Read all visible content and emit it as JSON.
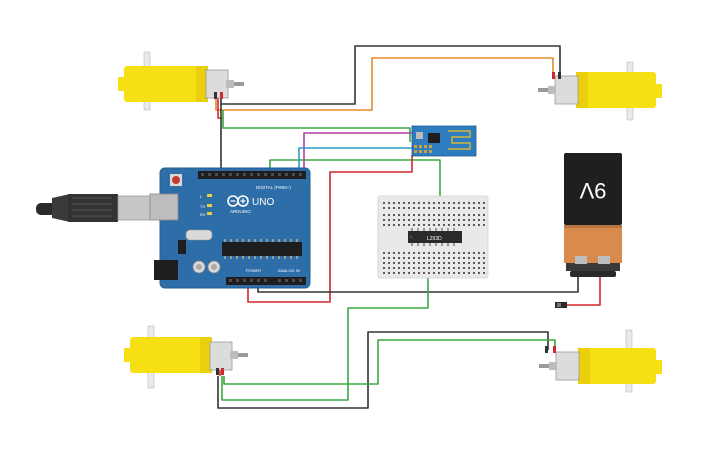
{
  "arduino": {
    "brand": "ARDUINO",
    "model": "UNO",
    "digital_header_label": "DIGITAL (PWM~)",
    "power_label": "POWER",
    "analog_label": "ANALOG IN",
    "tx_label": "TX",
    "rx_label": "RX",
    "l_label": "L"
  },
  "motor_driver": {
    "label": "L293D"
  },
  "battery": {
    "label": "9V"
  },
  "colors": {
    "board": "#2d6ea8",
    "motor_yellow": "#f6df12",
    "wire_black": "#333333",
    "wire_red": "#d0282c",
    "wire_green": "#3aa843",
    "wire_orange": "#e8882a",
    "wire_magenta": "#b03ea6",
    "wire_cyan": "#2c9bc2",
    "wifi_module": "#2e7cc0",
    "battery_top": "#1f1f1f",
    "battery_bottom": "#d98b4e"
  }
}
